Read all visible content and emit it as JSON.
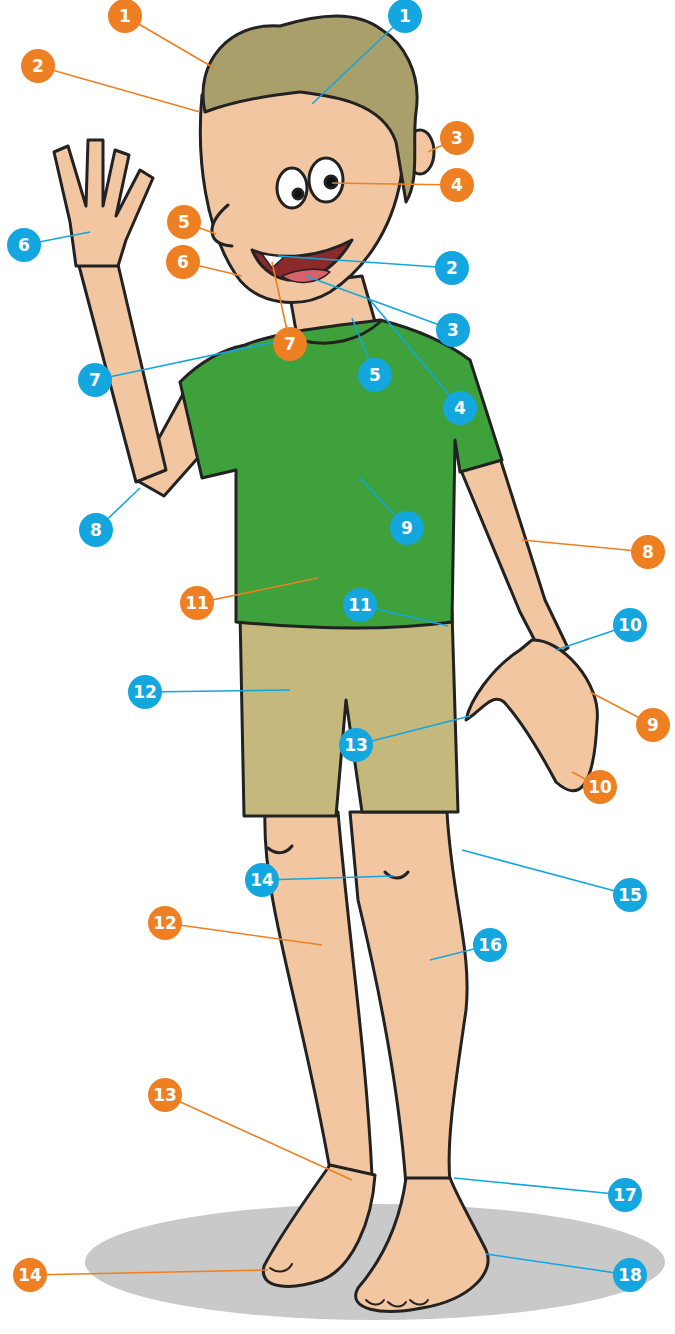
{
  "diagram": {
    "nodes": [
      {
        "text": [
          "1"
        ]
      },
      {
        "text": [
          "1"
        ]
      },
      {
        "text": [
          "2"
        ]
      },
      {
        "text": [
          "3"
        ]
      },
      {
        "text": [
          "4"
        ]
      },
      {
        "text": [
          "5"
        ]
      },
      {
        "text": [
          "6"
        ]
      },
      {
        "text": [
          "6"
        ]
      },
      {
        "text": [
          "2"
        ]
      },
      {
        "text": [
          "3"
        ]
      },
      {
        "text": [
          "7"
        ]
      },
      {
        "text": [
          "7"
        ]
      },
      {
        "text": [
          "5"
        ]
      },
      {
        "text": [
          "4"
        ]
      },
      {
        "text": [
          "8"
        ]
      },
      {
        "text": [
          "9"
        ]
      },
      {
        "text": [
          "8"
        ]
      },
      {
        "text": [
          "11"
        ]
      },
      {
        "text": [
          "11"
        ]
      },
      {
        "text": [
          "10"
        ]
      },
      {
        "text": [
          "12"
        ]
      },
      {
        "text": [
          "9"
        ]
      },
      {
        "text": [
          "13"
        ]
      },
      {
        "text": [
          "10"
        ]
      },
      {
        "text": [
          "14"
        ]
      },
      {
        "text": [
          "15"
        ]
      },
      {
        "text": [
          "12"
        ]
      },
      {
        "text": [
          "16"
        ]
      },
      {
        "text": [
          "13"
        ]
      },
      {
        "text": [
          "17"
        ]
      },
      {
        "text": [
          "14"
        ]
      },
      {
        "text": [
          "18"
        ]
      }
    ]
  }
}
